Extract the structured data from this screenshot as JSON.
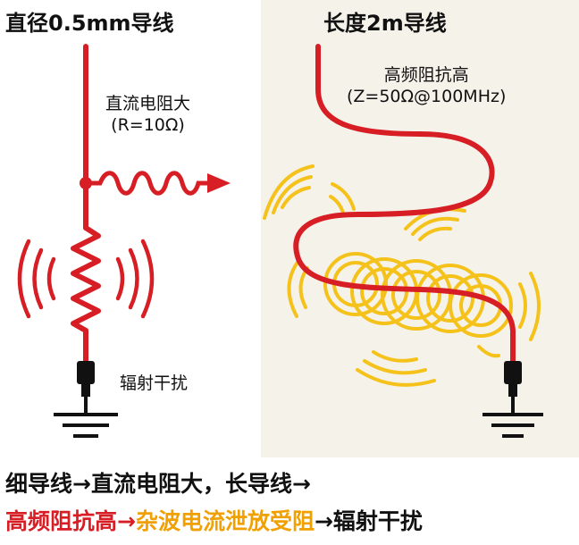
{
  "left": {
    "title": "直径0.5mm导线",
    "note_line1": "直流电阻大",
    "note_line2": "(R=10Ω)",
    "ground_label": "辐射干扰"
  },
  "right": {
    "title": "长度2m导线",
    "note_line1": "高频阻抗高",
    "note_line2": "(Z=50Ω@100MHz)"
  },
  "caption": {
    "line1": "细导线→直流电阻大，长导线→",
    "line2_part1": "高频阻抗高",
    "line2_arrow1": "→",
    "line2_part2": "杂波电流泄放受阻",
    "line2_part3": "→辐射干扰"
  },
  "colors": {
    "wire": "#d81e25",
    "field": "#f5c21b",
    "ground": "#111111",
    "panel": "#f5f2ea"
  }
}
